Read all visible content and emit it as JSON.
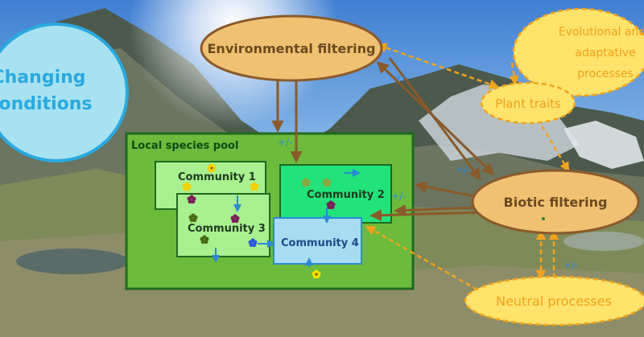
{
  "nodes": {
    "changing_conditions": {
      "lines": [
        "Changing",
        "conditions"
      ],
      "color": "#29a9e0"
    },
    "environmental_filtering": {
      "label": "Environmental filtering",
      "color": "#6b4a1f"
    },
    "evolutional_processes": {
      "lines": [
        "Evolutional and",
        "adaptative",
        "processes"
      ],
      "color": "#f3a21c"
    },
    "plant_traits": {
      "label": "Plant traits",
      "color": "#f3a21c"
    },
    "biotic_filtering": {
      "label": "Biotic filtering",
      "color": "#6b4a1f"
    },
    "neutral_processes": {
      "label": "Neutral processes",
      "color": "#f3a21c"
    },
    "local_species_pool": {
      "label": "Local species pool",
      "color": "#0f4a14"
    }
  },
  "communities": {
    "community_1": {
      "label": "Community 1"
    },
    "community_2": {
      "label": "Community 2"
    },
    "community_3": {
      "label": "Community 3"
    },
    "community_4": {
      "label": "Community 4"
    }
  },
  "sign_labels": {
    "env_to_pool": "+/-",
    "env_biotic": "+/-",
    "biotic_pool": "+/-",
    "plant_biotic": "+/-",
    "neutral_biotic": "+/-"
  },
  "colors": {
    "sky": "#7fb4e8",
    "pool_fill": "#6cbb3c",
    "brown_arrow": "#8a5a2b",
    "orange_dash": "#f2a31c",
    "blue_arrow": "#2a8ad8"
  }
}
